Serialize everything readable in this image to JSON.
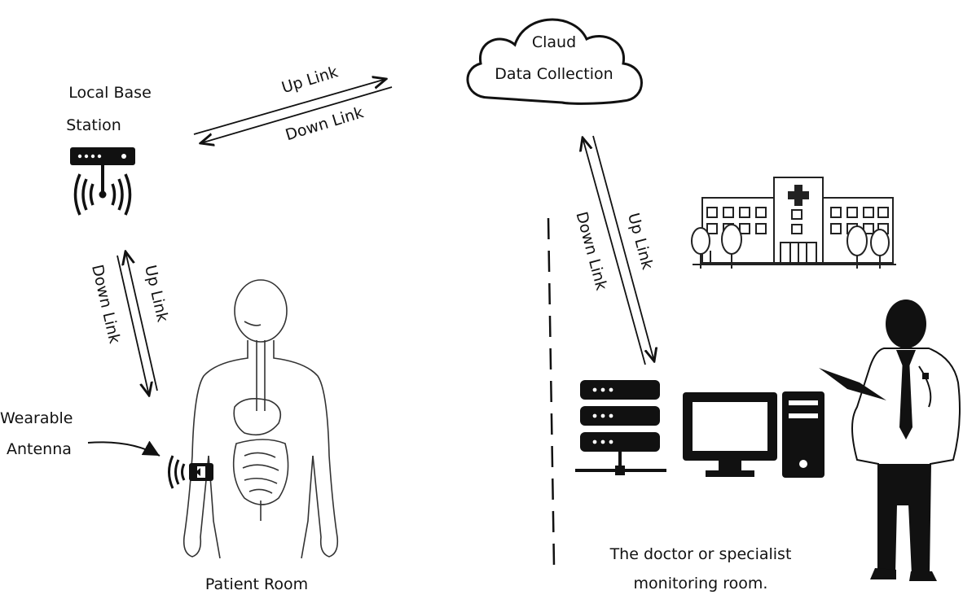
{
  "cloud": {
    "line1": "Claud",
    "line2": "Data Collection"
  },
  "base_station": {
    "line1": "Local Base",
    "line2": "Station"
  },
  "links": {
    "top_up": "Up Link",
    "top_down": "Down Link",
    "left_up": "Up Link",
    "left_down": "Down Link",
    "right_up": "Up Link",
    "right_down": "Down Link"
  },
  "wearable": {
    "line1": "Wearable",
    "line2": "Antenna"
  },
  "patient_room": "Patient Room",
  "doctor_room": {
    "line1": "The doctor or specialist",
    "line2": "monitoring room."
  }
}
